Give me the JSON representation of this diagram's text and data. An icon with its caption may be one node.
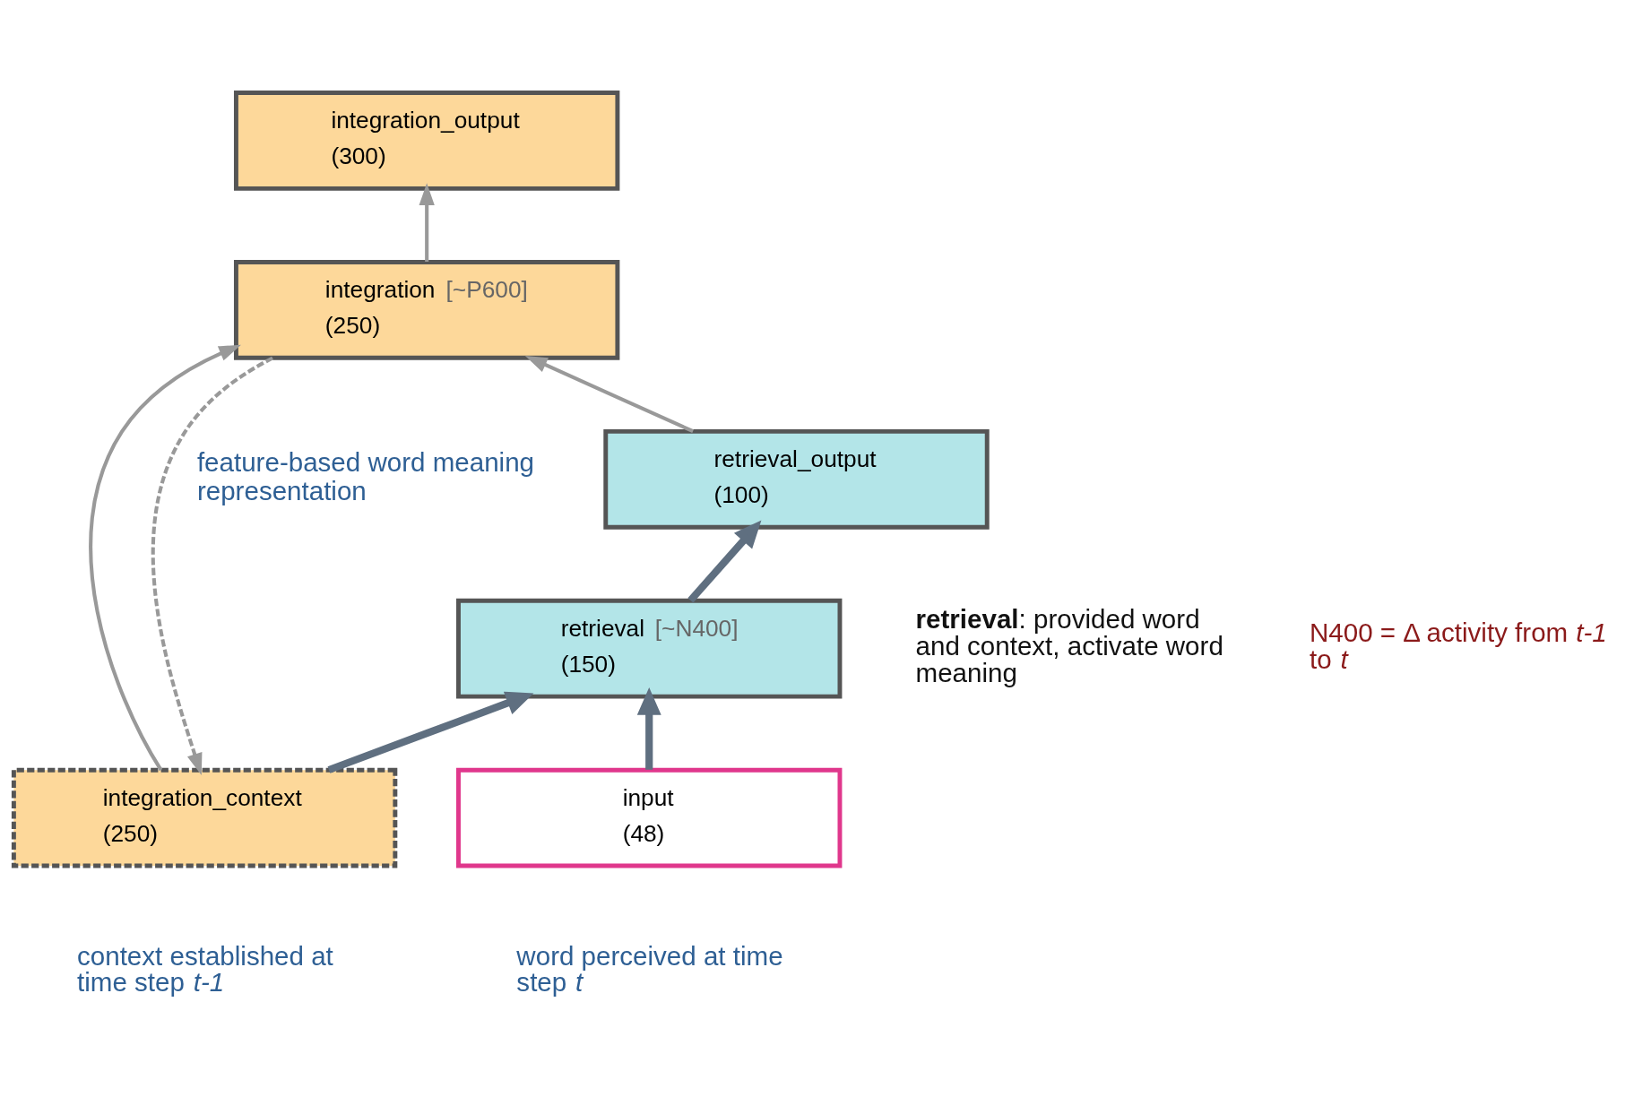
{
  "diagram": {
    "nodes": [
      {
        "text": [
          "integration_output",
          "(300)"
        ]
      },
      {
        "text": [
          "integration",
          "(250)",
          "[~P600]"
        ]
      },
      {
        "text": [
          "retrieval_output",
          "(100)"
        ]
      },
      {
        "text": [
          "retrieval",
          "(150)",
          "[~N400]"
        ]
      },
      {
        "text": [
          "integration_context",
          "(250)"
        ],
        "beside": [
          "context established at time step *t-1*"
        ]
      },
      {
        "text": [
          "input",
          "(48)"
        ],
        "beside": [
          "word perceived at time step *t*"
        ]
      }
    ],
    "edges": [
      {
        "from": 1,
        "to": 0,
        "arrow": "to"
      },
      {
        "from": 1,
        "to": 4,
        "arrow": "to",
        "style": "dashed"
      },
      {
        "from": 4,
        "to": 1,
        "arrow": "to"
      },
      {
        "from": 2,
        "to": 1,
        "arrow": "to"
      },
      {
        "from": 3,
        "to": 2,
        "arrow": "to",
        "style": "thick",
        "color": "#5f6f80"
      },
      {
        "from": 4,
        "to": 3,
        "arrow": "to",
        "style": "thick",
        "color": "#5f6f80"
      },
      {
        "from": 5,
        "to": 3,
        "arrow": "to",
        "style": "thick",
        "color": "#5f6f80"
      }
    ],
    "labels": [
      "feature-based word meaning representation",
      "**retrieval**: provided word and context, activate word meaning",
      "N400 = Δ activity from *t-1* to *t*"
    ]
  }
}
